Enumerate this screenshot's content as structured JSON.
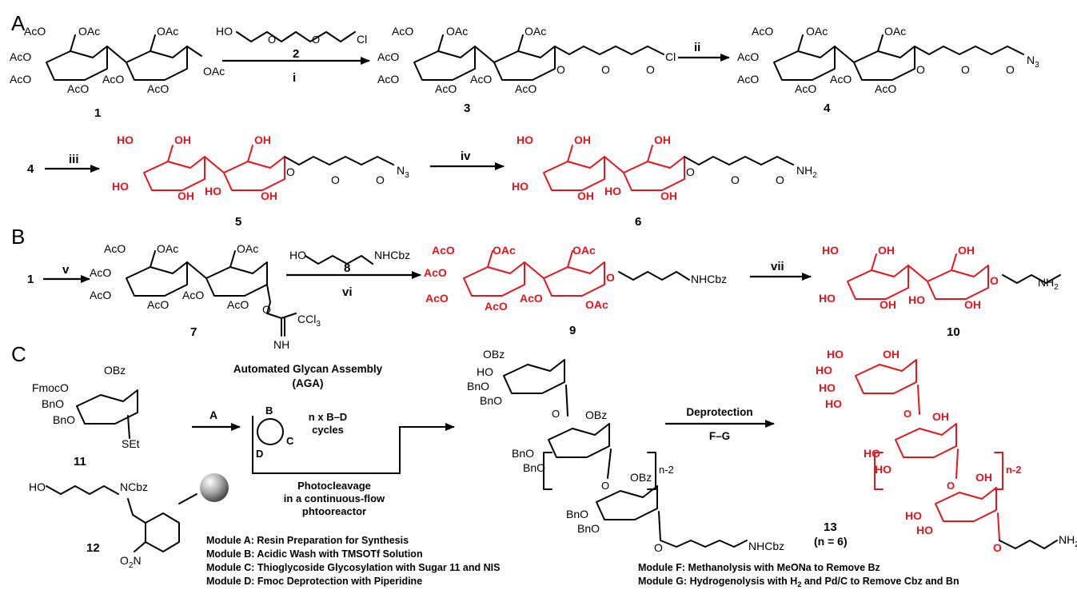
{
  "panels": {
    "a": "A",
    "b": "B",
    "c": "C"
  },
  "compounds": {
    "c1": "1",
    "c2": "2",
    "c3": "3",
    "c4": "4",
    "c4b": "4",
    "c5": "5",
    "c6": "6",
    "c1b": "1",
    "c7": "7",
    "c8": "8",
    "c9": "9",
    "c10": "10",
    "c11": "11",
    "c12": "12",
    "c13": "13",
    "c13n": "(n = 6)"
  },
  "reagents": {
    "r_i": "i",
    "r_ii": "ii",
    "r_iii": "iii",
    "r_iv": "iv",
    "r_v": "v",
    "r_vi": "vi",
    "r_vii": "vii",
    "r_A": "A",
    "deprotection": "Deprotection",
    "fg": "F–G"
  },
  "groups": {
    "oac": "OAc",
    "aco": "AcO",
    "ho": "HO",
    "oh": "OH",
    "o": "O",
    "cl": "Cl",
    "n3": "N",
    "sub3": "3",
    "nh2": "NH",
    "sub2": "2",
    "nhcbz": "NHCbz",
    "ccl3": "CCl",
    "nh": "NH",
    "obz": "OBz",
    "bno": "BnO",
    "fmoco": "FmocO",
    "set": "SEt",
    "ncbz": "NCbz",
    "o2n": "O",
    "o2n_n": "N",
    "n2": "n-2"
  },
  "aga": {
    "title1": "Automated Glycan Assembly",
    "title2": "(AGA)",
    "cycle_b": "B",
    "cycle_c": "C",
    "cycle_d": "D",
    "cycles1": "n x B–D",
    "cycles2": "cycles",
    "photo1": "Photocleavage",
    "photo2": "in a continuous-flow",
    "photo3": "phtooreactor"
  },
  "modules": {
    "a": "Module A: Resin Preparation for Synthesis",
    "b": "Module B: Acidic Wash with TMSOTf Solution",
    "c": "Module C: Thioglycoside Glycosylation with Sugar 11 and NIS",
    "d": "Module D: Fmoc Deprotection with Piperidine",
    "f": "Module F: Methanolysis with MeONa to Remove Bz",
    "g1": "Module G: Hydrogenolysis with H",
    "g_sub": "2",
    "g2": " and Pd/C to Remove Cbz and Bn"
  },
  "colors": {
    "highlight": "#e8141c",
    "ink": "#000000",
    "resin": "#9a9a9a"
  }
}
